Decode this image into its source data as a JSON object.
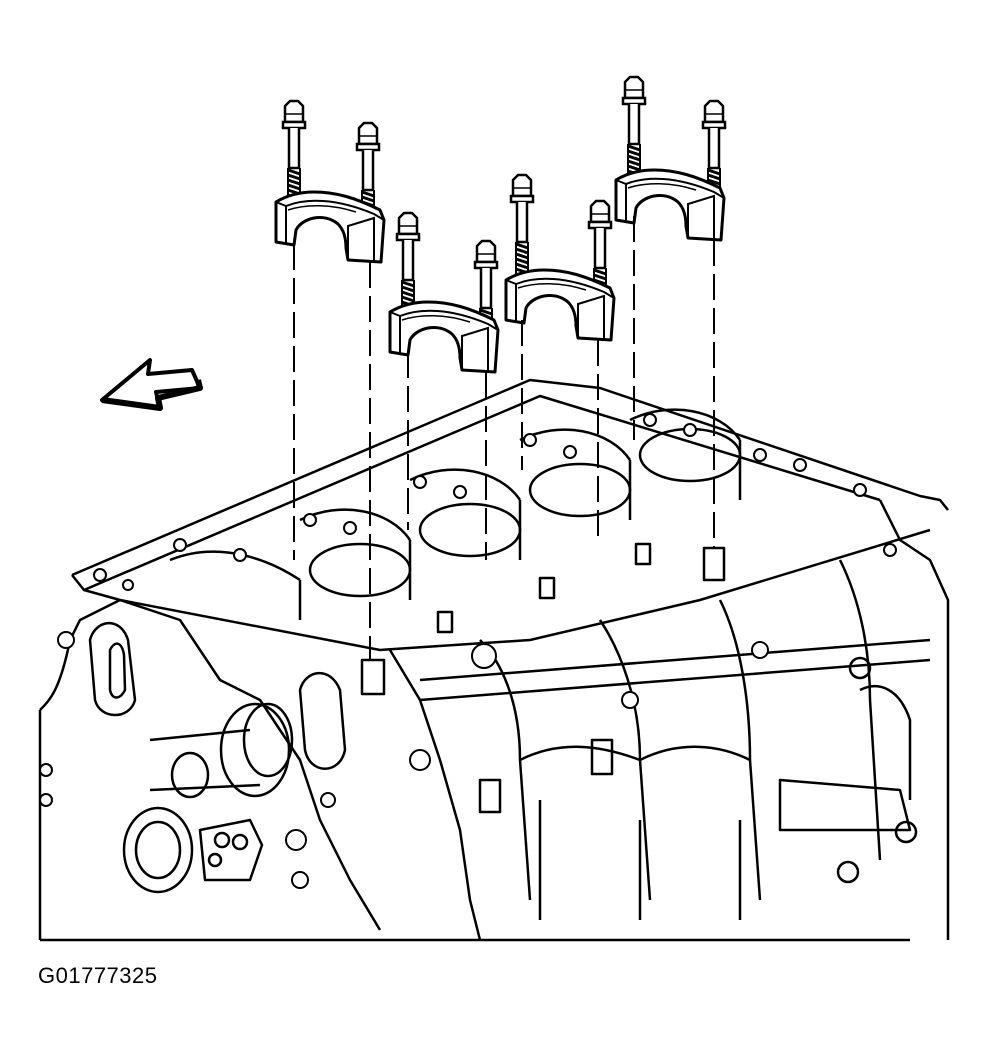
{
  "figure": {
    "id": "G01777325",
    "colors": {
      "line": "#000000",
      "fill": "#ffffff",
      "shade": "#d9d9d9"
    }
  },
  "parts": {
    "bearing_cap_count": 4,
    "bolt_count": 8,
    "direction_arrow": "arrow-left-icon"
  }
}
